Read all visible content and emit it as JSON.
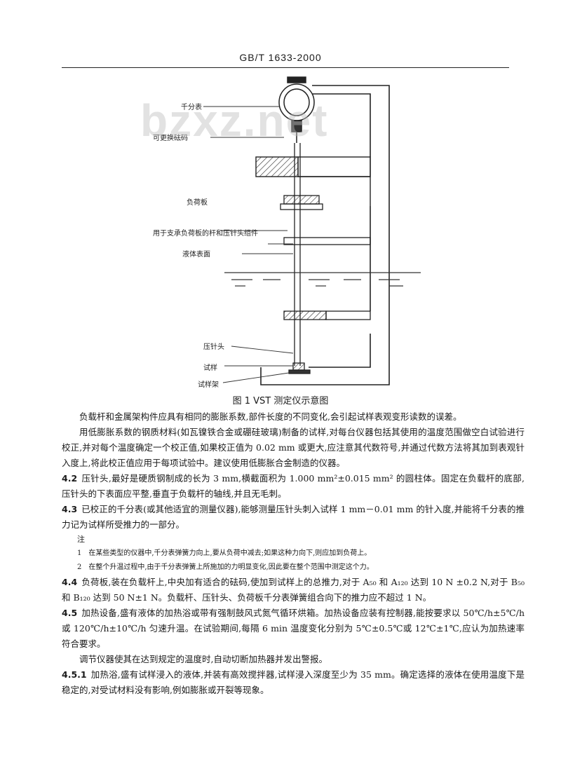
{
  "header": {
    "standard_no": "GB/T 1633-2000"
  },
  "watermark": "bzxz.net",
  "figure": {
    "labels": {
      "dial_gauge": "千分表",
      "adjustable_weight": "可更换砝码",
      "load_plate": "负荷板",
      "support_frame": "用于支承负荷板的杆和压针头组件",
      "liquid_surface": "液体表面",
      "indenter": "压针头",
      "specimen": "试样",
      "specimen_support": "试样架"
    },
    "caption": "图 1  VST 测定仪示意图"
  },
  "paragraphs": {
    "p1": "负载杆和金属架构件应具有相同的膨胀系数,部件长度的不同变化,会引起试样表观变形读数的误差。",
    "p2": "用低膨胀系数的钢质材料(如瓦镍铁合金或硼硅玻璃)制备的试样,对每台仪器包括其使用的温度范围做空白试验进行校正,并对每个温度确定一个校正值,如果校正值为 0.02 mm 或更大,应注意其代数符号,并通过代数方法将其加到表观针入度上,将此校正值应用于每项试验中。建议使用低膨胀合金制造的仪器。",
    "s42_num": "4.2",
    "s42": "压针头,最好是硬质钢制成的长为 3 mm,横截面积为 1.000 mm²±0.015 mm² 的圆柱体。固定在负载杆的底部,压针头的下表面应平整,垂直于负载杆的轴线,并且无毛刺。",
    "s43_num": "4.3",
    "s43": "已校正的千分表(或其他适宜的测量仪器),能够测量压针头刺入试样 1 mm－0.01 mm 的针入度,并能将千分表的推力记为试样所受推力的一部分。",
    "note_head": "注",
    "note1_num": "1",
    "note1": "在某些类型的仪器中,千分表弹簧力向上,要从负荷中减去;如果这种力向下,则应加到负荷上。",
    "note2_num": "2",
    "note2": "在整个升温过程中,由于千分表弹簧上所施加的力明显变化,因此要在整个范围中测定这个力。",
    "s44_num": "4.4",
    "s44": "负荷板,装在负载杆上,中央加有适合的砝码,使加到试样上的总推力,对于 A₅₀ 和 A₁₂₀ 达到 10 N ±0.2 N,对于 B₅₀ 和 B₁₂₀ 达到 50 N±1 N。负载杆、压针头、负荷板千分表弹簧组合向下的推力应不超过 1 N。",
    "s45_num": "4.5",
    "s45": "加热设备,盛有液体的加热浴或带有强制鼓风式氮气循环烘箱。加热设备应装有控制器,能按要求以 50℃/h±5℃/h 或 120℃/h±10℃/h 匀速升温。在试验期间,每隔 6 min 温度变化分别为 5℃±0.5℃或 12℃±1℃,应认为加热速率符合要求。",
    "p3": "调节仪器使其在达到规定的温度时,自动切断加热器并发出警报。",
    "s451_num": "4.5.1",
    "s451": "加热浴,盛有试样浸入的液体,并装有高效搅拌器,试样浸入深度至少为 35 mm。确定选择的液体在使用温度下是稳定的,对受试材料没有影响,例如膨胀或开裂等现象。"
  }
}
